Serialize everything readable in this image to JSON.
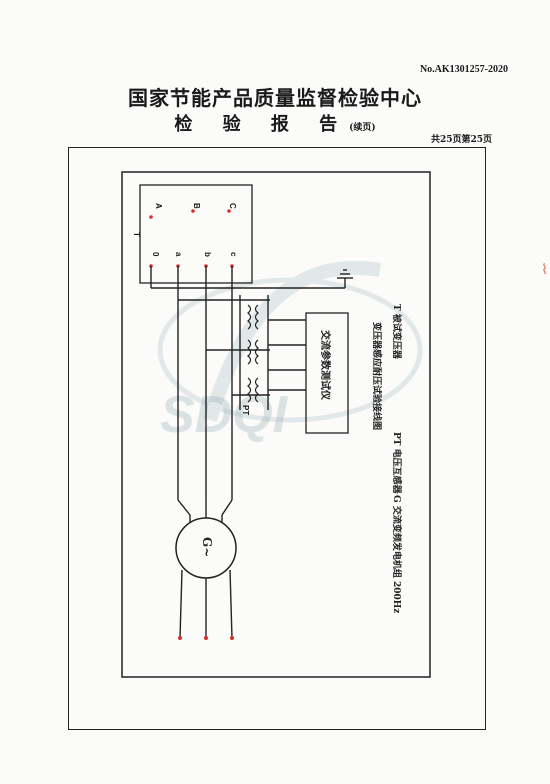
{
  "header": {
    "report_no": "No.AK1301257-2020",
    "title": "国家节能产品质量监督检验中心",
    "subtitle": "检 验 报 告",
    "continued": "(续页)",
    "pages": "共25页第25页"
  },
  "diagram": {
    "transformer_label": "T",
    "terminals_hv": [
      "A",
      "B",
      "C"
    ],
    "terminals_lv": [
      "0",
      "a",
      "b",
      "c"
    ],
    "instrument": "交流参数测试仪",
    "pt_label": "PT",
    "generator_symbol": "G",
    "generator_wave": "~",
    "caption": "变压器感应耐压试验接线图",
    "legend_t": "T  被试变压器",
    "legend_pt": "PT  电压互感器",
    "legend_g": "G  交流变频发电机组      200Hz"
  },
  "watermark": {
    "text": "SDQI"
  }
}
